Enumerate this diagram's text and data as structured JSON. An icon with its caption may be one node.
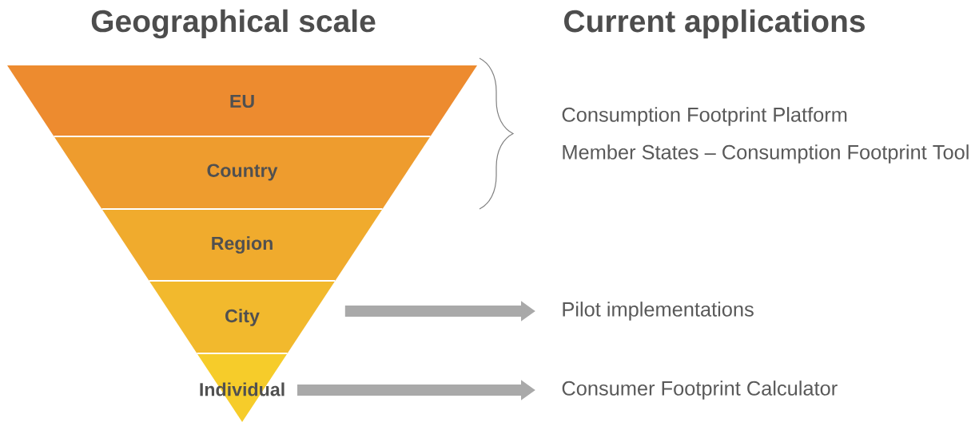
{
  "diagram": {
    "nodes": [
      {
        "text": [
          "EU"
        ]
      },
      {
        "text": [
          "Country"
        ]
      },
      {
        "text": [
          "Region"
        ]
      },
      {
        "text": [
          "City"
        ]
      },
      {
        "text": [
          "Individual"
        ]
      },
      {
        "text": [
          "Consumption Footprint Platform"
        ]
      },
      {
        "text": [
          "Member States – Consumption Footprint Tool"
        ]
      },
      {
        "text": [
          "Pilot implementations"
        ]
      },
      {
        "text": [
          "Consumer Footprint Calculator"
        ]
      }
    ],
    "edges": [
      {
        "from": 3,
        "to": 7,
        "arrow": "to"
      },
      {
        "from": 4,
        "to": 8,
        "arrow": "to"
      }
    ],
    "labels": [
      "Geographical scale",
      "Current applications"
    ]
  }
}
